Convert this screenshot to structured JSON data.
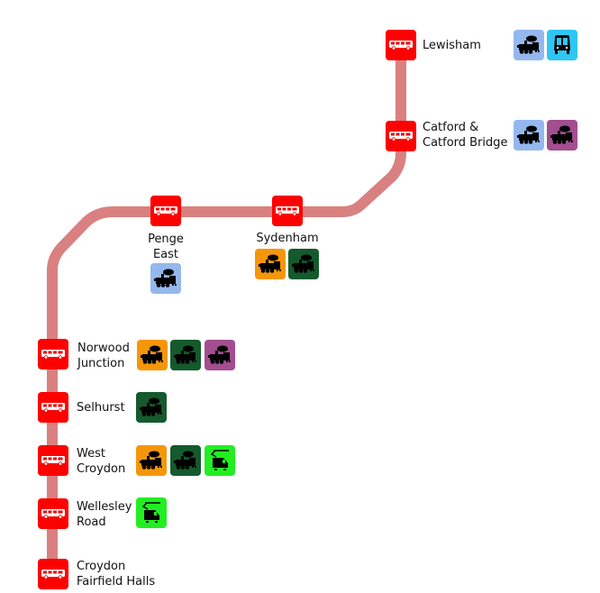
{
  "diagram": {
    "line_color": "#d98080",
    "stop_color": "#ff0000",
    "mode_colors": {
      "national-rail": "#94b8ee",
      "overground": "#f5960a",
      "southern": "#145a2c",
      "thameslink": "#a24e90",
      "dlr": "#2fc6f4",
      "tram": "#22ee22"
    },
    "stations": [
      {
        "id": "lewisham",
        "lines": [
          "Lewisham"
        ],
        "modes": [
          "national-rail",
          "dlr"
        ]
      },
      {
        "id": "catford",
        "lines": [
          "Catford &",
          "Catford Bridge"
        ],
        "modes": [
          "national-rail",
          "thameslink"
        ]
      },
      {
        "id": "sydenham",
        "lines": [
          "Sydenham"
        ],
        "modes": [
          "overground",
          "southern"
        ]
      },
      {
        "id": "penge-east",
        "lines": [
          "Penge",
          "East"
        ],
        "modes": [
          "national-rail"
        ]
      },
      {
        "id": "norwood-junction",
        "lines": [
          "Norwood",
          "Junction"
        ],
        "modes": [
          "overground",
          "southern",
          "thameslink"
        ]
      },
      {
        "id": "selhurst",
        "lines": [
          "Selhurst"
        ],
        "modes": [
          "southern"
        ]
      },
      {
        "id": "west-croydon",
        "lines": [
          "West",
          "Croydon"
        ],
        "modes": [
          "overground",
          "southern",
          "tram"
        ]
      },
      {
        "id": "wellesley-road",
        "lines": [
          "Wellesley",
          "Road"
        ],
        "modes": [
          "tram"
        ]
      },
      {
        "id": "croydon-fairfield-halls",
        "lines": [
          "Croydon",
          "Fairfield Halls"
        ],
        "modes": []
      }
    ]
  }
}
